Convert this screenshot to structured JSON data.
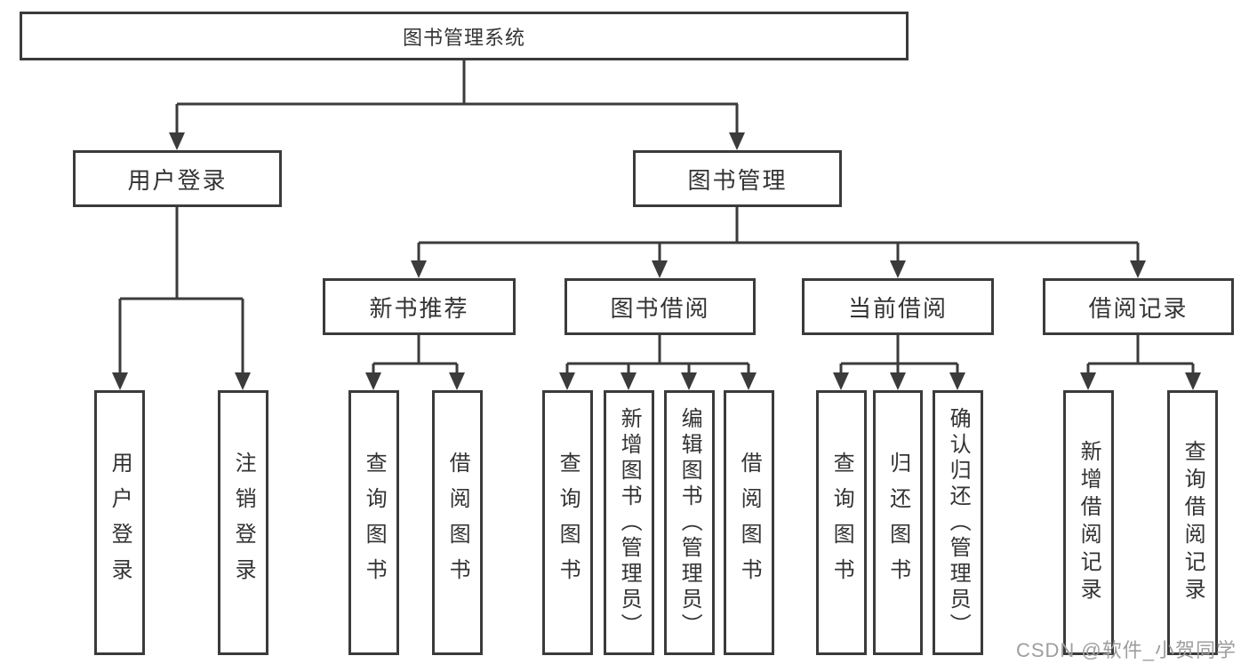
{
  "diagram": {
    "nodes": {
      "root": "图书管理系统",
      "user_login": "用户登录",
      "book_mgmt": "图书管理",
      "new_books": "新书推荐",
      "book_borrow": "图书借阅",
      "current_borrow": "当前借阅",
      "borrow_records": "借阅记录",
      "leaf_user_login": "用户登录",
      "leaf_logout": "注销登录",
      "leaf_nb_query": "查询图书",
      "leaf_nb_borrow": "借阅图书",
      "leaf_bb_query": "查询图书",
      "leaf_bb_add": "新增图书（管理员）",
      "leaf_bb_edit": "编辑图书（管理员）",
      "leaf_bb_borrow": "借阅图书",
      "leaf_cb_query": "查询图书",
      "leaf_cb_return": "归还图书",
      "leaf_cb_confirm": "确认归还（管理员）",
      "leaf_br_add": "新增借阅记录",
      "leaf_br_query": "查询借阅记录"
    }
  },
  "watermark": {
    "text": "CSDN @软件_小贺同学"
  },
  "colors": {
    "line": "#3b3b3b",
    "text": "#333333",
    "watermark": "#9e9e9e",
    "background": "#ffffff"
  }
}
